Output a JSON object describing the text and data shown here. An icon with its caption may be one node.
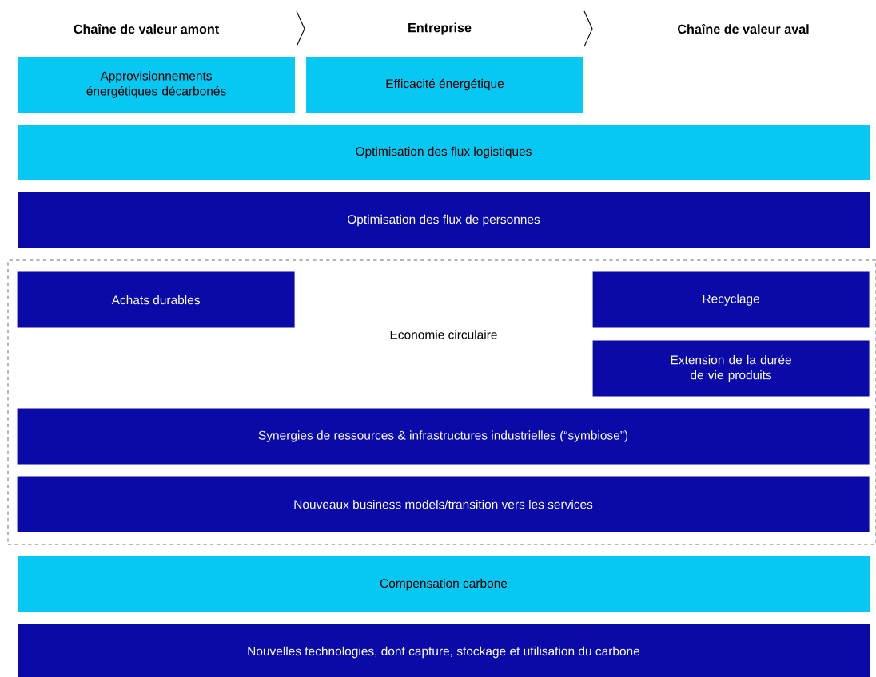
{
  "diagram": {
    "nodes": [
      {
        "text": [
          "Approvisionnements énergétiques décarbonés"
        ]
      },
      {
        "text": [
          "Efficacité énergétique"
        ]
      },
      {
        "text": [
          "Optimisation des flux logistiques"
        ]
      },
      {
        "text": [
          "Optimisation des flux de personnes"
        ]
      },
      {
        "text": [
          "Economie circulaire"
        ]
      },
      {
        "text": [
          "Achats durables"
        ],
        "in": 4
      },
      {
        "text": [
          "Recyclage"
        ],
        "in": 4
      },
      {
        "text": [
          "Extension de la durée de vie produits"
        ],
        "in": 4
      },
      {
        "text": [
          "Synergies de ressources & infrastructures industrielles (“symbiose”)"
        ],
        "in": 4
      },
      {
        "text": [
          "Nouveaux business models/transition vers les services"
        ],
        "in": 4
      },
      {
        "text": [
          "Compensation carbone"
        ]
      },
      {
        "text": [
          "Nouvelles technologies, dont capture, stockage et utilisation du carbone"
        ]
      }
    ],
    "labels": [
      "Chaîne de valeur amont",
      "Entreprise",
      "Chaîne de valeur aval"
    ]
  }
}
